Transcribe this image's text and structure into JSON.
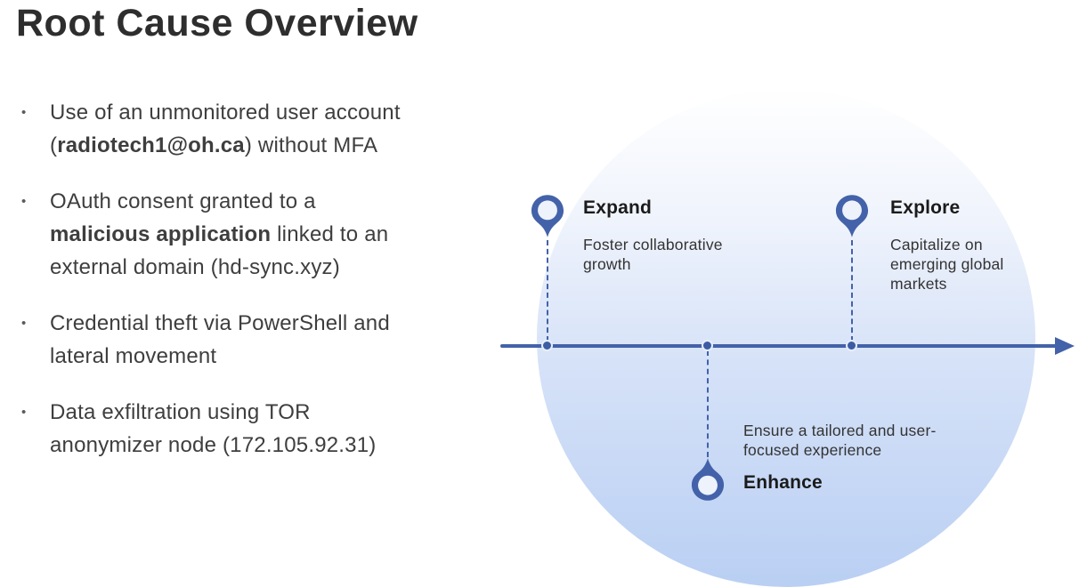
{
  "slide": {
    "title": "Root Cause Overview",
    "bullets": [
      {
        "segments": [
          {
            "t": "Use of an unmonitored user account"
          },
          {
            "br": true
          },
          {
            "t": "("
          },
          {
            "t": "radiotech1@oh.ca",
            "b": true
          },
          {
            "t": ") without MFA"
          }
        ]
      },
      {
        "segments": [
          {
            "t": "OAuth consent granted to a"
          },
          {
            "br": true
          },
          {
            "t": "malicious application",
            "b": true
          },
          {
            "t": " linked to an"
          },
          {
            "br": true
          },
          {
            "t": "external domain (hd-sync.xyz)"
          }
        ]
      },
      {
        "segments": [
          {
            "t": "Credential theft via PowerShell and"
          },
          {
            "br": true
          },
          {
            "t": "lateral movement"
          }
        ]
      },
      {
        "segments": [
          {
            "t": "Data exfiltration using TOR"
          },
          {
            "br": true
          },
          {
            "t": "anonymizer node (172.105.92.31)"
          }
        ]
      }
    ]
  },
  "timeline": {
    "milestones": [
      {
        "label": "Expand",
        "description": "Foster collaborative growth",
        "description_lines": [
          "Foster collaborative",
          "growth"
        ],
        "position": "above-axis"
      },
      {
        "label": "Enhance",
        "description": "Ensure a tailored and user-focused experience",
        "description_lines": [
          "Ensure a tailored and user-",
          "focused experience"
        ],
        "position": "below-axis"
      },
      {
        "label": "Explore",
        "description": "Capitalize on emerging global markets",
        "description_lines": [
          "Capitalize on",
          "emerging global",
          "markets"
        ],
        "position": "above-axis"
      }
    ]
  },
  "colors": {
    "accent_blue": "#4362a9",
    "dot_blue": "#3d5ca4",
    "pin_inner": "#edf2fb",
    "circle_gradient_top": "#ffffff",
    "circle_gradient_mid": "#d6e2f8",
    "circle_gradient_bottom": "#b9cff3",
    "title_text": "#2e2e2e",
    "body_text": "#3e3e3e",
    "label_text": "#1b1b1b"
  }
}
